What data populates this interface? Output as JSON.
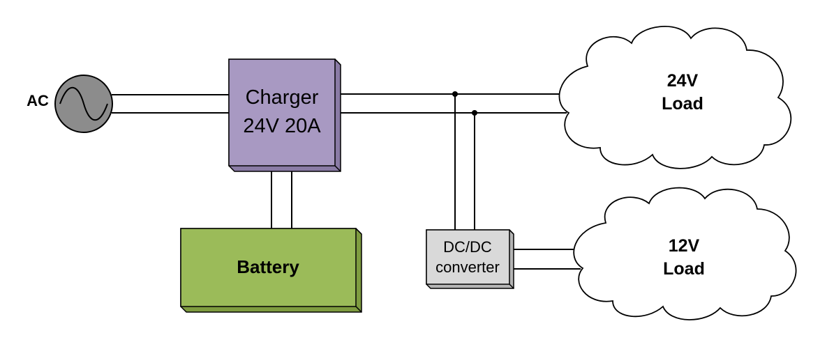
{
  "source": {
    "label": "AC"
  },
  "charger": {
    "line1": "Charger",
    "line2": "24V 20A"
  },
  "battery": {
    "label": "Battery"
  },
  "converter": {
    "line1": "DC/DC",
    "line2": "converter"
  },
  "load24": {
    "line1": "24V",
    "line2": "Load"
  },
  "load12": {
    "line1": "12V",
    "line2": "Load"
  },
  "colors": {
    "charger_fill": "#a899c2",
    "charger_side": "#8a7ba5",
    "battery_fill": "#9bbb59",
    "battery_side": "#7e9c40",
    "converter_fill": "#d9d9d9",
    "converter_side": "#b5b5b5",
    "ac_fill": "#8c8c8c",
    "wire": "#000000"
  }
}
